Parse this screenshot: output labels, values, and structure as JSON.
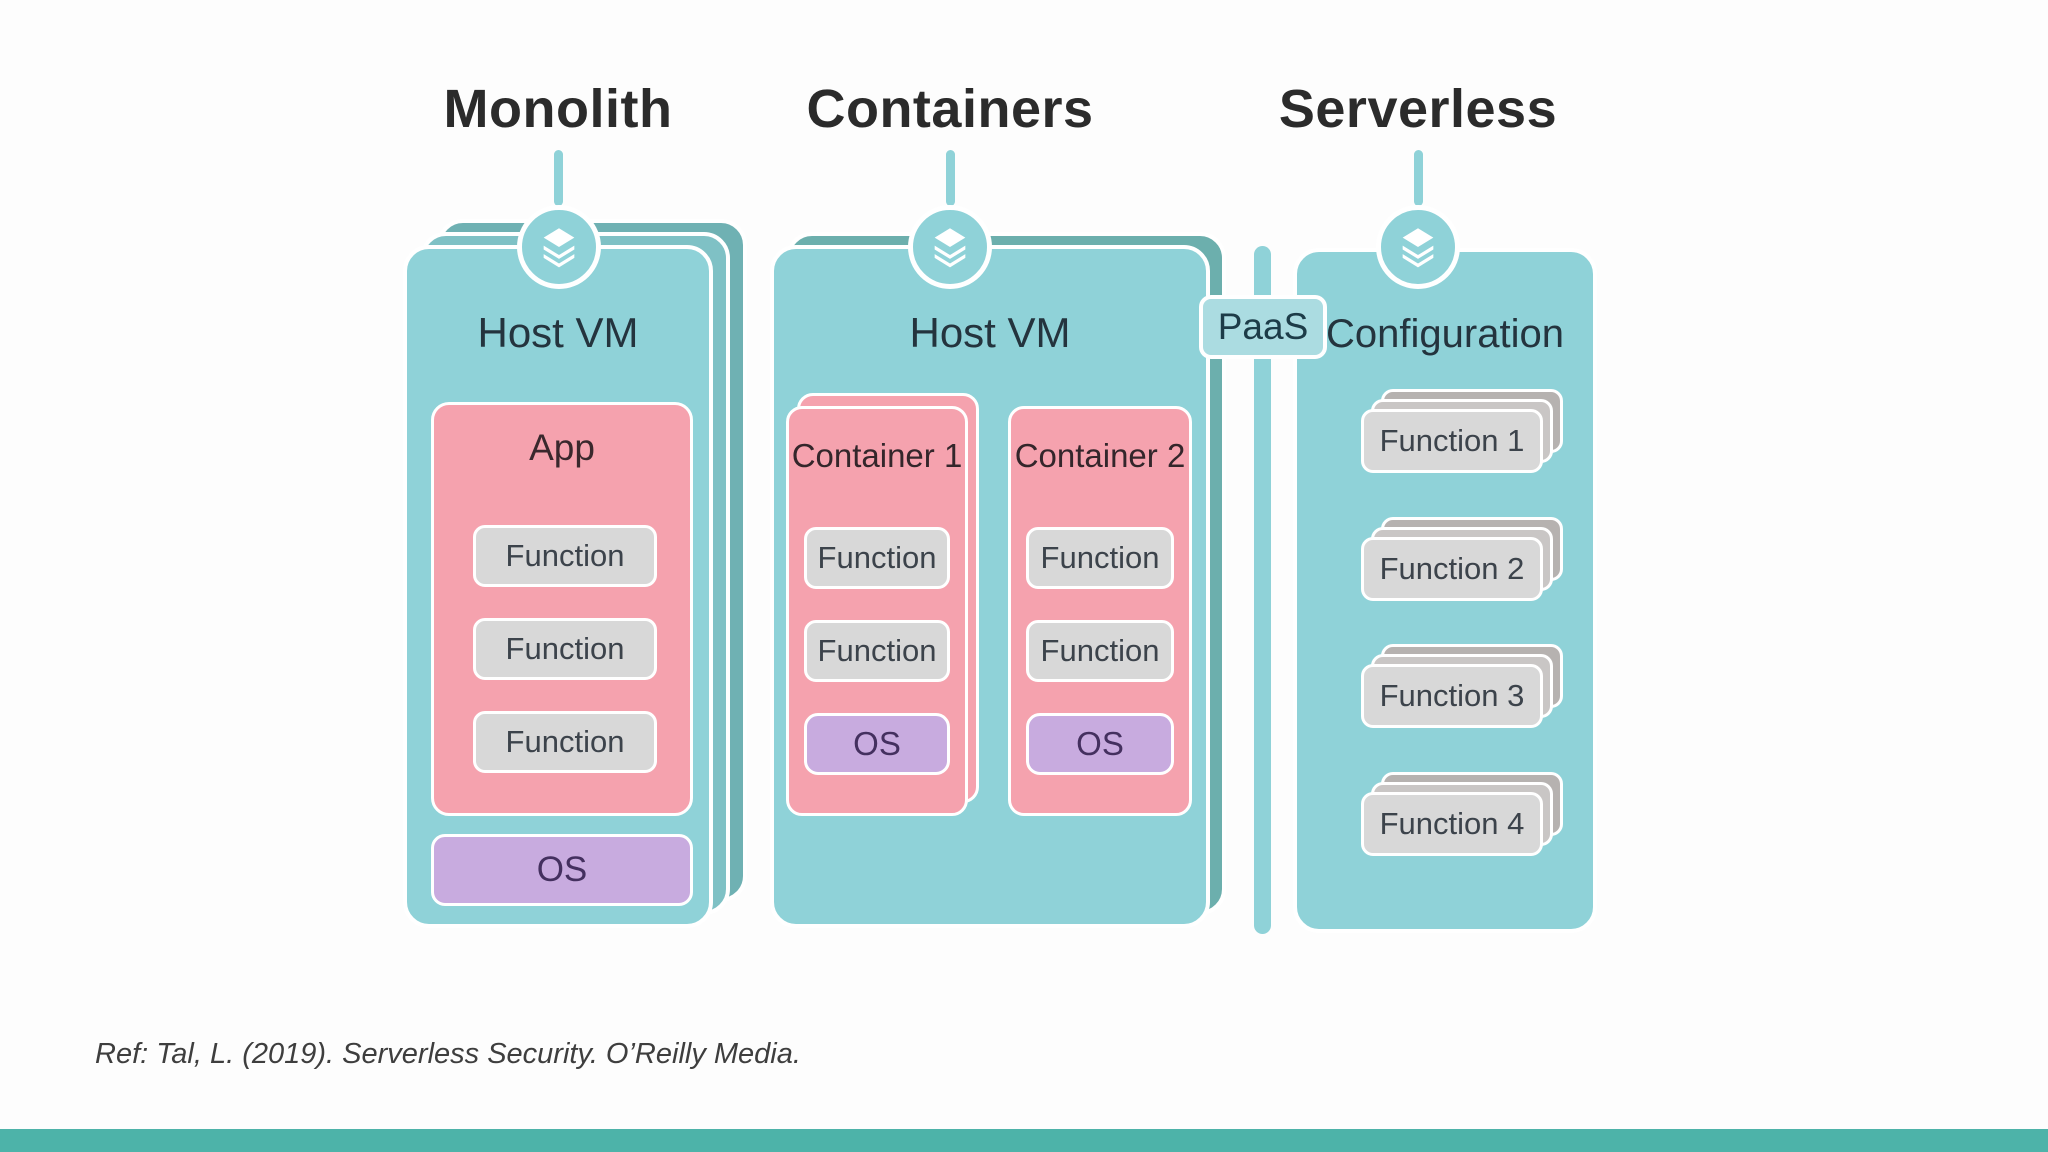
{
  "page": {
    "background": "#fdfdfd",
    "reference": "Ref: Tal, L. (2019). Serverless Security. O’Reilly Media."
  },
  "colors": {
    "card_teal": "#8fd2d8",
    "stack_teal_mid": "#7fc1c5",
    "stack_teal_dark": "#6fb1b3",
    "containers_back_teal": "#6cafad",
    "pink": "#f5a2ae",
    "purple": "#c8abdf",
    "gray": "#d8d8d8",
    "gray_stack_mid": "#c9c6c5",
    "gray_stack_dark": "#b6b2b0",
    "paas_fill": "#abdce1",
    "footer_bar": "#4db3a9",
    "header_text": "#2b2b2b"
  },
  "icons": {
    "node": "layers-icon"
  },
  "monolith": {
    "title": "Monolith",
    "host_label": "Host VM",
    "app": {
      "label": "App",
      "functions": [
        "Function",
        "Function",
        "Function"
      ]
    },
    "os_label": "OS"
  },
  "containers": {
    "title": "Containers",
    "host_label": "Host VM",
    "items": [
      {
        "label": "Container 1",
        "functions": [
          "Function",
          "Function"
        ],
        "os_label": "OS"
      },
      {
        "label": "Container 2",
        "functions": [
          "Function",
          "Function"
        ],
        "os_label": "OS"
      }
    ]
  },
  "serverless": {
    "title": "Serverless",
    "config_label": "Configuration",
    "functions": [
      "Function 1",
      "Function 2",
      "Function 3",
      "Function 4"
    ]
  },
  "paas": {
    "label": "PaaS"
  }
}
